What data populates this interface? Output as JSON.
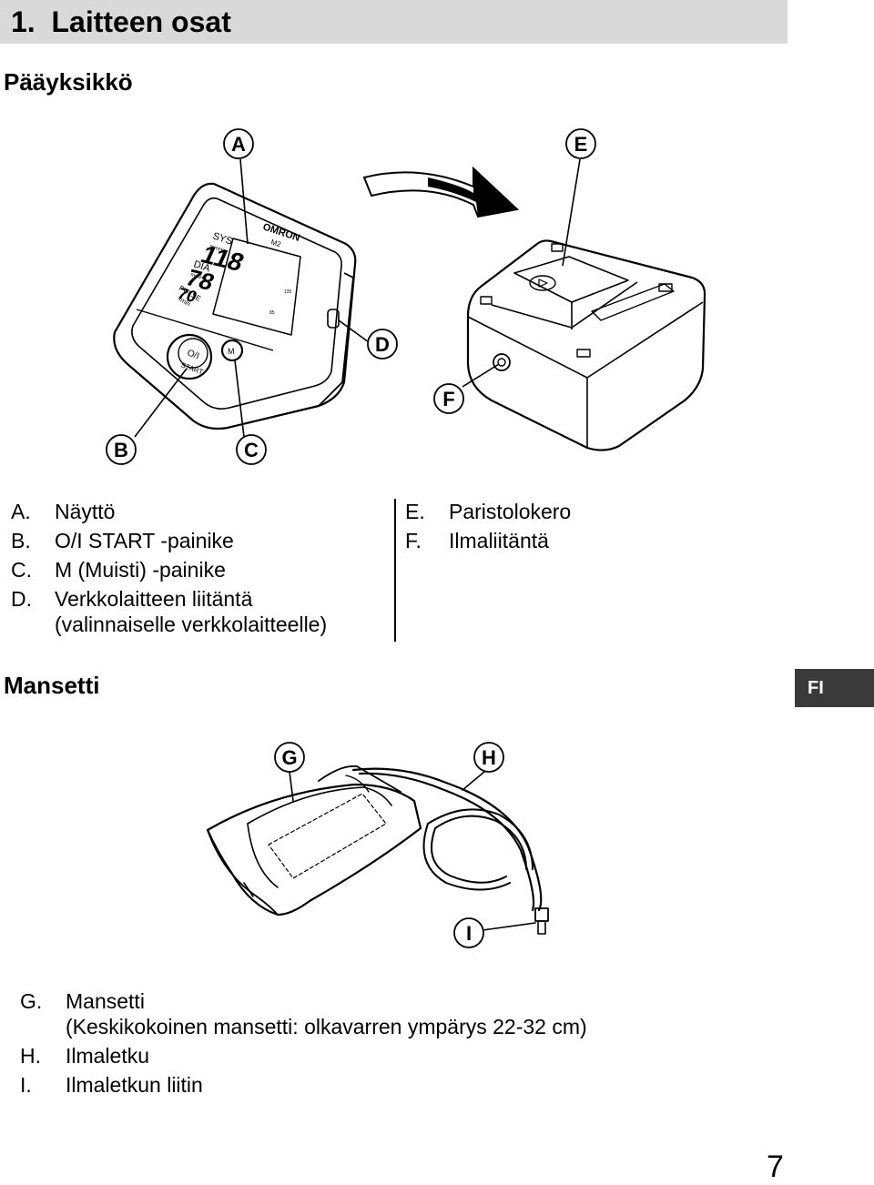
{
  "header": {
    "section_number": "1.",
    "title": "Laitteen osat"
  },
  "main_unit": {
    "heading": "Pääyksikkö",
    "callouts": {
      "a": "A",
      "b": "B",
      "c": "C",
      "d": "D",
      "e": "E",
      "f": "F"
    },
    "device_labels": {
      "brand": "OMRON",
      "model": "M2",
      "sys": "SYS",
      "dia": "DIA",
      "pulse": "PULSE",
      "mmhg": "mmHg",
      "per_min": "/min",
      "sys_value": "118",
      "dia_value": "78",
      "pulse_value": "70",
      "scale_high": "135",
      "scale_low": "85",
      "button_power": "O/I",
      "button_start": "START",
      "button_memory": "M"
    },
    "legend_left": [
      {
        "key": "A.",
        "text": "Näyttö"
      },
      {
        "key": "B.",
        "text": "O/I START -painike"
      },
      {
        "key": "C.",
        "text": "M (Muisti) -painike"
      },
      {
        "key": "D.",
        "text": "Verkkolaitteen liitäntä"
      },
      {
        "key": "",
        "text": "(valinnaiselle verkkolaitteelle)"
      }
    ],
    "legend_right": [
      {
        "key": "E.",
        "text": "Paristolokero"
      },
      {
        "key": "F.",
        "text": "Ilmaliitäntä"
      }
    ]
  },
  "cuff": {
    "heading": "Mansetti",
    "callouts": {
      "g": "G",
      "h": "H",
      "i": "I"
    },
    "legend": [
      {
        "key": "G.",
        "text": "Mansetti"
      },
      {
        "key": "",
        "text": "(Keskikokoinen mansetti: olkavarren ympärys 22-32 cm)"
      },
      {
        "key": "H.",
        "text": "Ilmaletku"
      },
      {
        "key": "I.",
        "text": "Ilmaletkun liitin"
      }
    ]
  },
  "language_tab": "FI",
  "page_number": "7"
}
